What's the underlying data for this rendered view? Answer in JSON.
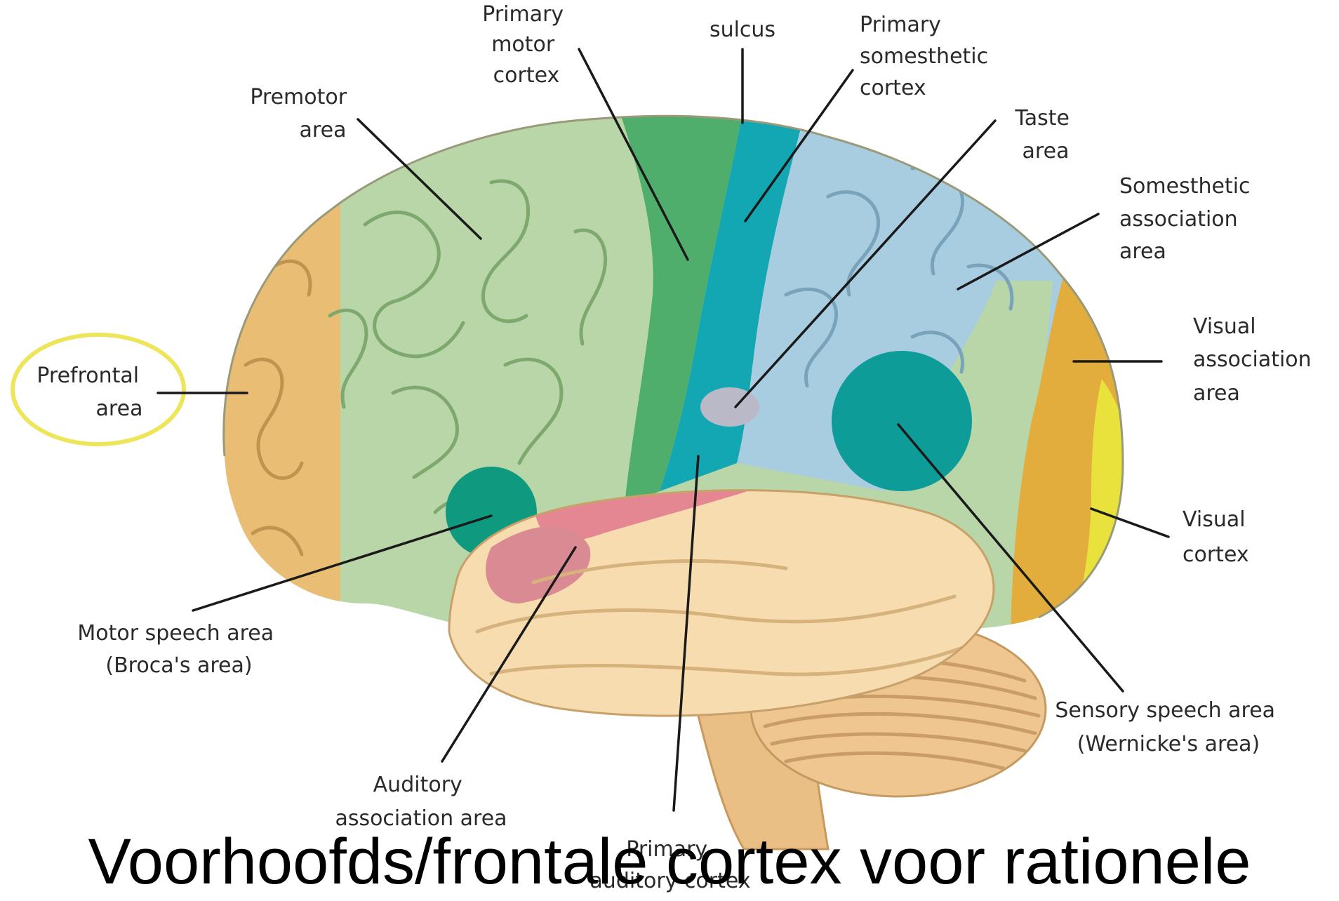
{
  "labels": {
    "primary_motor_cortex": [
      "Primary",
      "motor",
      "cortex"
    ],
    "sulcus": [
      "sulcus"
    ],
    "primary_somesthetic_cortex": [
      "Primary",
      "somesthetic",
      "cortex"
    ],
    "premotor_area": [
      "Premotor",
      "area"
    ],
    "taste_area": [
      "Taste",
      "area"
    ],
    "somesthetic_association_area": [
      "Somesthetic",
      "association",
      "area"
    ],
    "prefrontal_area": [
      "Prefrontal",
      "area"
    ],
    "visual_association_area": [
      "Visual",
      "association",
      "area"
    ],
    "visual_cortex": [
      "Visual",
      "cortex"
    ],
    "motor_speech_area": [
      "Motor speech area",
      "(Broca's area)"
    ],
    "sensory_speech_area": [
      "Sensory speech area",
      "(Wernicke's area)"
    ],
    "auditory_association_area": [
      "Auditory",
      "association area"
    ],
    "primary_auditory_cortex": [
      "Primary",
      "auditory cortex"
    ]
  },
  "caption": "Voorhoofds/frontale cortex voor rationele",
  "colors": {
    "prefrontal": "#e9bd74",
    "premotor": "#b9d6a8",
    "primary_motor": "#4fae6b",
    "somesthetic_primary": "#13a6b3",
    "somesthetic_association": "#a9cde0",
    "wernicke": "#0e9c98",
    "broca": "#0f9a80",
    "temporal": "#f6dcae",
    "auditory_primary": "#e58793",
    "visual_association": "#e2ad3c",
    "visual_cortex": "#e9e23c",
    "cerebellum": "#f0cc95",
    "highlight_circle": "#ede55a",
    "taste": "#b9b9c8"
  }
}
